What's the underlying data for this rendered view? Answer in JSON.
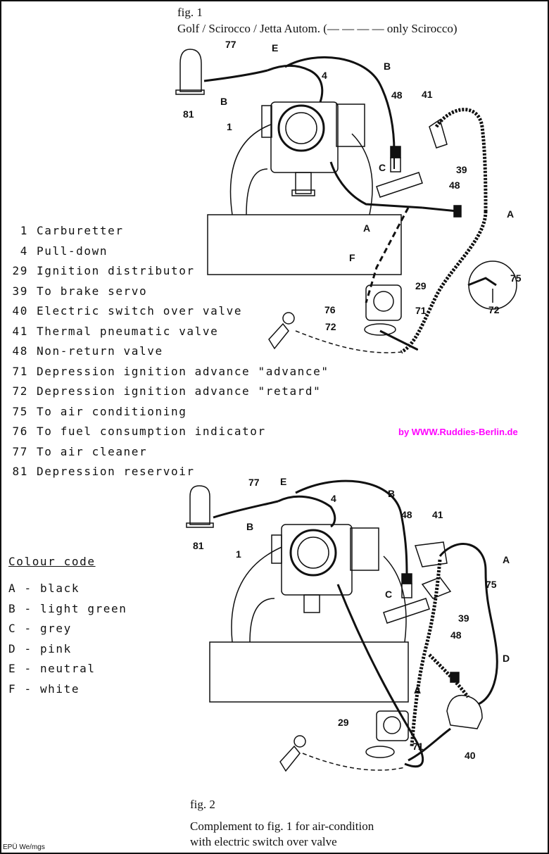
{
  "fig1": {
    "label": "fig. 1",
    "subtitle": "Golf / Scirocco / Jetta Autom. (— — — — only Scirocco)"
  },
  "fig2": {
    "label": "fig. 2",
    "caption_line1": "Complement to fig. 1 for air-condition",
    "caption_line2": "with electric switch over valve"
  },
  "legend": [
    {
      "num": "1",
      "text": "Carburetter"
    },
    {
      "num": "4",
      "text": "Pull-down"
    },
    {
      "num": "29",
      "text": "Ignition distributor"
    },
    {
      "num": "39",
      "text": "To brake servo"
    },
    {
      "num": "40",
      "text": "Electric switch over valve"
    },
    {
      "num": "41",
      "text": "Thermal pneumatic valve"
    },
    {
      "num": "48",
      "text": "Non-return valve"
    },
    {
      "num": "71",
      "text": "Depression ignition advance \"advance\""
    },
    {
      "num": "72",
      "text": "Depression ignition advance \"retard\""
    },
    {
      "num": "75",
      "text": "To air conditioning"
    },
    {
      "num": "76",
      "text": "To fuel consumption indicator"
    },
    {
      "num": "77",
      "text": "To air cleaner"
    },
    {
      "num": "81",
      "text": "Depression reservoir"
    }
  ],
  "colour_code": {
    "title": "Colour code",
    "items": [
      {
        "key": "A",
        "text": "black"
      },
      {
        "key": "B",
        "text": "light green"
      },
      {
        "key": "C",
        "text": "grey"
      },
      {
        "key": "D",
        "text": "pink"
      },
      {
        "key": "E",
        "text": "neutral"
      },
      {
        "key": "F",
        "text": "white"
      }
    ]
  },
  "credit": "by  WWW.Ruddies-Berlin.de",
  "footer": "EPÜ We/mgs",
  "callouts1": {
    "c77": "77",
    "cE": "E",
    "cB1": "B",
    "c4": "4",
    "c81": "81",
    "cB2": "B",
    "c1": "1",
    "c48": "48",
    "c41": "41",
    "cC": "C",
    "c39": "39",
    "c48b": "48",
    "cA1": "A",
    "cA2": "A",
    "cF": "F",
    "c29": "29",
    "c75": "75",
    "c76": "76",
    "c72": "72",
    "c71": "71",
    "c72b": "72"
  },
  "callouts2": {
    "c77": "77",
    "cE": "E",
    "cB1": "B",
    "c4": "4",
    "c48": "48",
    "c41": "41",
    "c81": "81",
    "cB2": "B",
    "c1": "1",
    "cA1": "A",
    "c75": "75",
    "cC": "C",
    "c39": "39",
    "c48b": "48",
    "cD": "D",
    "cA2": "A",
    "c29": "29",
    "c71": "71",
    "c40": "40"
  },
  "colors": {
    "ink": "#111111",
    "credit": "#ff00ff"
  }
}
